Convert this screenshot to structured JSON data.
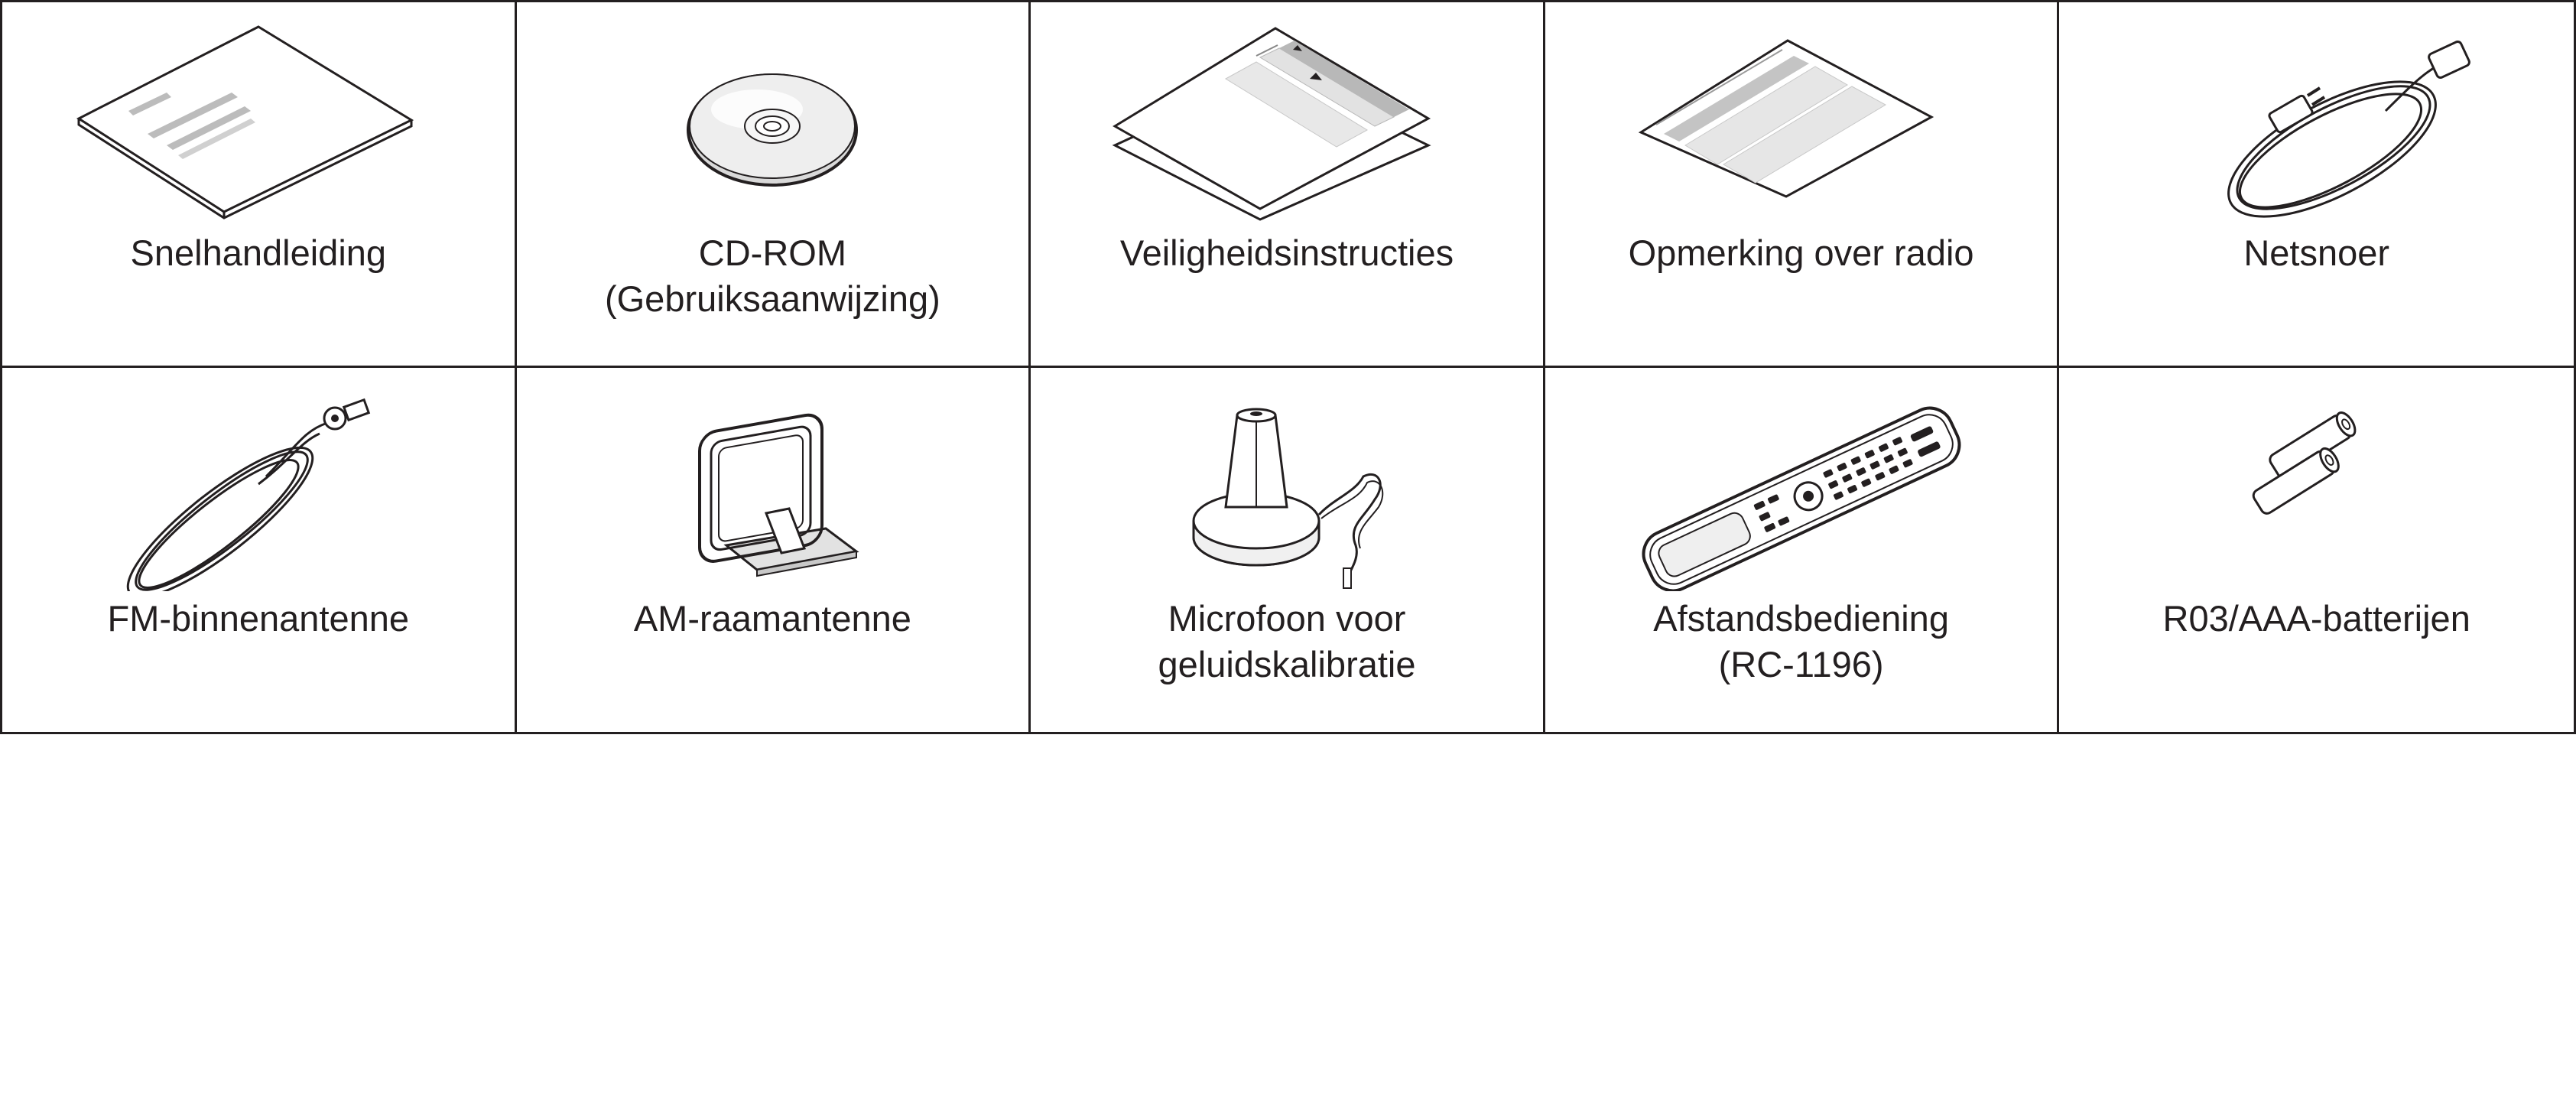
{
  "accessories": [
    {
      "icon": "quick-guide-icon",
      "lines": [
        "Snelhandleiding"
      ]
    },
    {
      "icon": "cd-rom-icon",
      "lines": [
        "CD-ROM",
        "(Gebruiksaanwijzing)"
      ]
    },
    {
      "icon": "safety-instructions-icon",
      "lines": [
        "Veiligheidsinstructies"
      ]
    },
    {
      "icon": "radio-notice-icon",
      "lines": [
        "Opmerking over radio"
      ]
    },
    {
      "icon": "power-cord-icon",
      "lines": [
        "Netsnoer"
      ]
    },
    {
      "icon": "fm-antenna-icon",
      "lines": [
        "FM-binnenantenne"
      ]
    },
    {
      "icon": "am-loop-antenna-icon",
      "lines": [
        "AM-raamantenne"
      ]
    },
    {
      "icon": "microphone-icon",
      "lines": [
        "Microfoon voor",
        "geluidskalibratie"
      ]
    },
    {
      "icon": "remote-control-icon",
      "lines": [
        "Afstandsbediening",
        "(RC-1196)"
      ]
    },
    {
      "icon": "batteries-icon",
      "lines": [
        "R03/AAA-batterijen"
      ]
    }
  ]
}
